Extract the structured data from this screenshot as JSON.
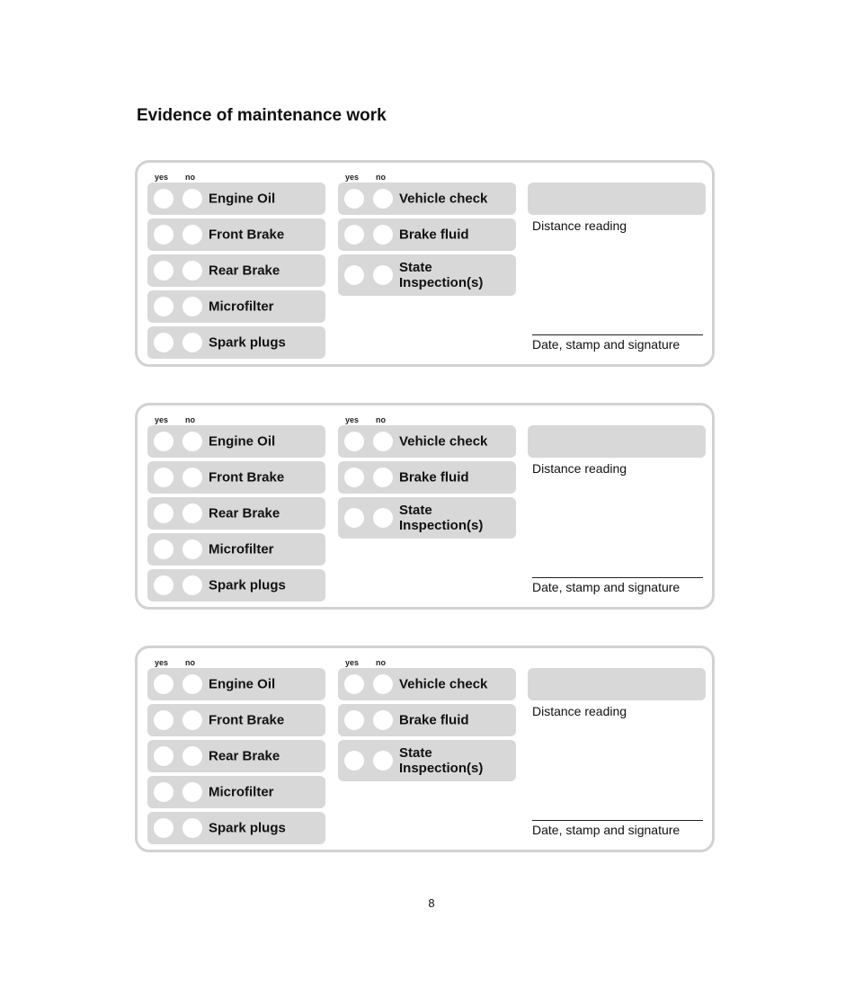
{
  "page": {
    "title": "Evidence of maintenance work",
    "page_number": "8"
  },
  "cards": [
    {
      "yes_label": "yes",
      "no_label": "no",
      "left_items": [
        "Engine Oil",
        "Front Brake",
        "Rear Brake",
        "Microfilter",
        "Spark plugs"
      ],
      "right_items": [
        "Vehicle check",
        "Brake fluid",
        "State Inspection(s)"
      ],
      "distance_label": "Distance reading",
      "signature_label": "Date, stamp and signature"
    },
    {
      "yes_label": "yes",
      "no_label": "no",
      "left_items": [
        "Engine Oil",
        "Front Brake",
        "Rear Brake",
        "Microfilter",
        "Spark plugs"
      ],
      "right_items": [
        "Vehicle check",
        "Brake fluid",
        "State Inspection(s)"
      ],
      "distance_label": "Distance reading",
      "signature_label": "Date, stamp and signature"
    },
    {
      "yes_label": "yes",
      "no_label": "no",
      "left_items": [
        "Engine Oil",
        "Front Brake",
        "Rear Brake",
        "Microfilter",
        "Spark plugs"
      ],
      "right_items": [
        "Vehicle check",
        "Brake fluid",
        "State Inspection(s)"
      ],
      "distance_label": "Distance reading",
      "signature_label": "Date, stamp and signature"
    }
  ]
}
